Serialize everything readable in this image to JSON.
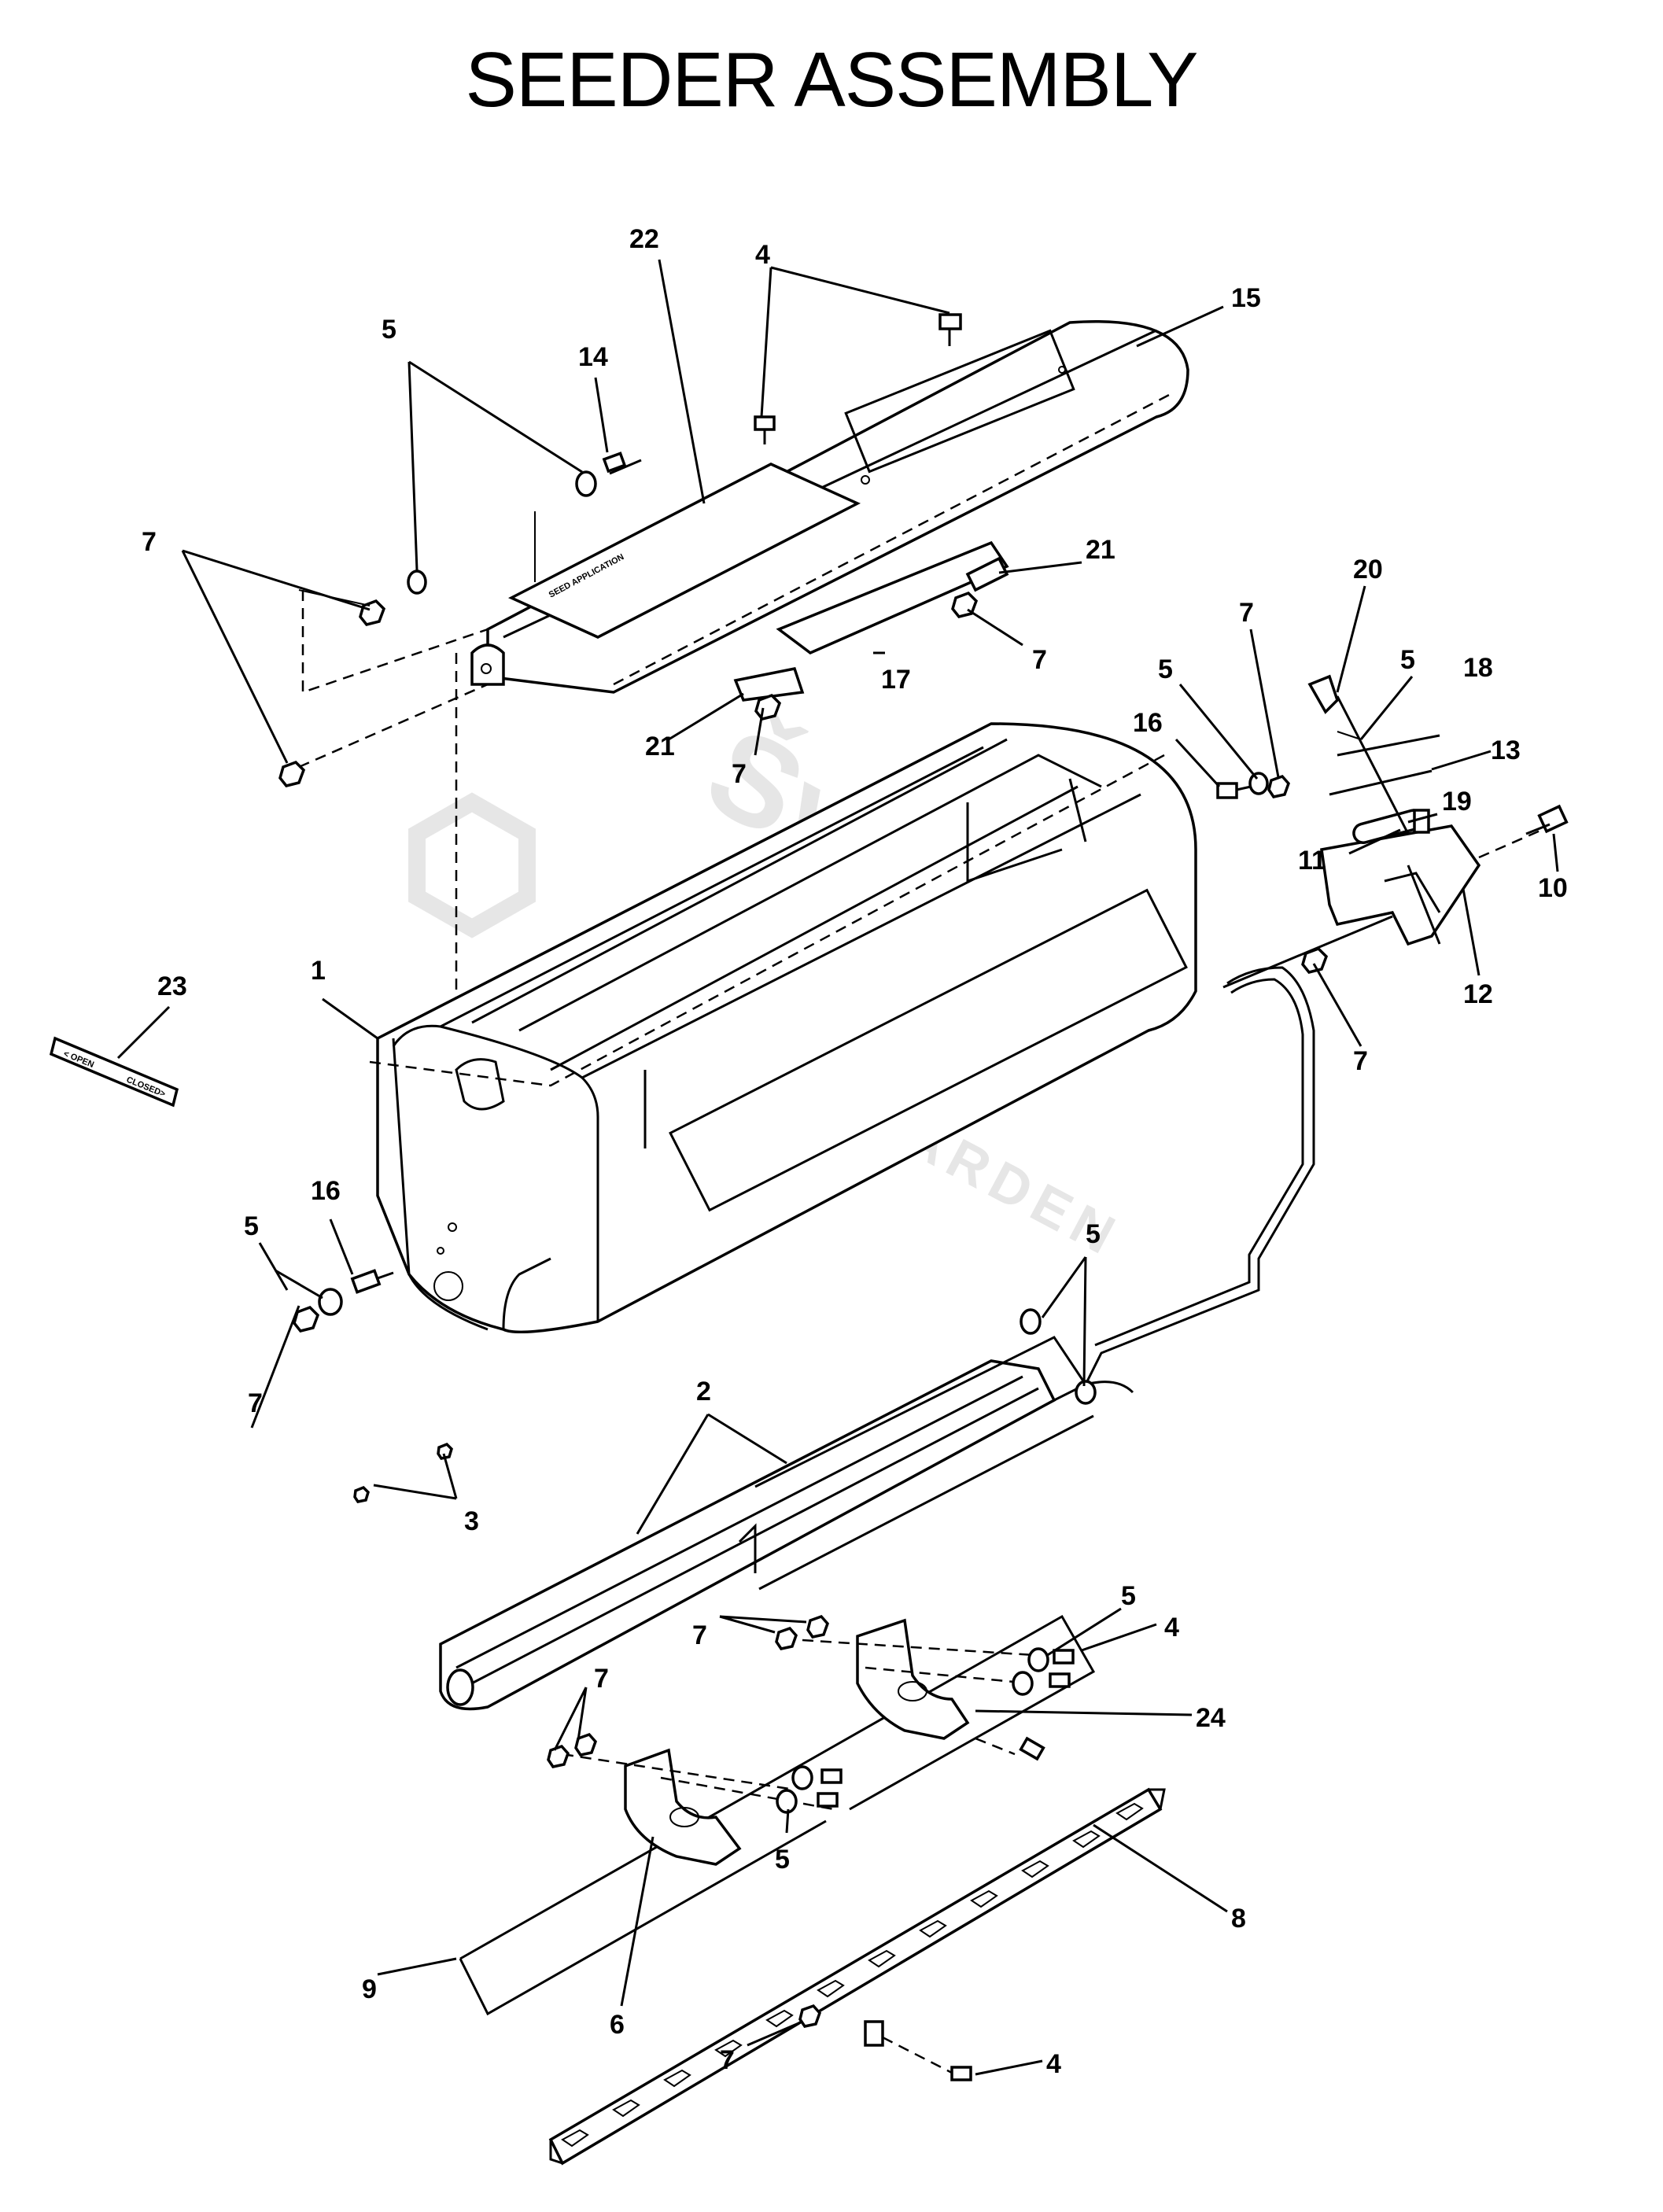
{
  "title": "SEEDER ASSEMBLY",
  "decal_text": "SEED APPLICATION",
  "gauge_decal": {
    "open": "< OPEN",
    "closed": "CLOSED>"
  },
  "watermark": {
    "brand": "Švejček",
    "sub": "GARDEN"
  },
  "callouts": [
    {
      "id": "c22",
      "label": "22"
    },
    {
      "id": "c4a",
      "label": "4"
    },
    {
      "id": "c15",
      "label": "15"
    },
    {
      "id": "c5a",
      "label": "5"
    },
    {
      "id": "c14",
      "label": "14"
    },
    {
      "id": "c7a",
      "label": "7"
    },
    {
      "id": "c21a",
      "label": "21"
    },
    {
      "id": "c7b",
      "label": "7"
    },
    {
      "id": "c17",
      "label": "17"
    },
    {
      "id": "c21b",
      "label": "21"
    },
    {
      "id": "c7c",
      "label": "7"
    },
    {
      "id": "c20",
      "label": "20"
    },
    {
      "id": "c7d",
      "label": "7"
    },
    {
      "id": "c5b",
      "label": "5"
    },
    {
      "id": "c18",
      "label": "18"
    },
    {
      "id": "c5c",
      "label": "5"
    },
    {
      "id": "c16a",
      "label": "16"
    },
    {
      "id": "c13",
      "label": "13"
    },
    {
      "id": "c19",
      "label": "19"
    },
    {
      "id": "c11",
      "label": "11"
    },
    {
      "id": "c10",
      "label": "10"
    },
    {
      "id": "c12",
      "label": "12"
    },
    {
      "id": "c7e",
      "label": "7"
    },
    {
      "id": "c23",
      "label": "23"
    },
    {
      "id": "c1",
      "label": "1"
    },
    {
      "id": "c16b",
      "label": "16"
    },
    {
      "id": "c5d",
      "label": "5"
    },
    {
      "id": "c7f",
      "label": "7"
    },
    {
      "id": "c5e",
      "label": "5"
    },
    {
      "id": "c2",
      "label": "2"
    },
    {
      "id": "c3",
      "label": "3"
    },
    {
      "id": "c5f",
      "label": "5"
    },
    {
      "id": "c7g",
      "label": "7"
    },
    {
      "id": "c4b",
      "label": "4"
    },
    {
      "id": "c7h",
      "label": "7"
    },
    {
      "id": "c24",
      "label": "24"
    },
    {
      "id": "c5g",
      "label": "5"
    },
    {
      "id": "c9",
      "label": "9"
    },
    {
      "id": "c6",
      "label": "6"
    },
    {
      "id": "c8",
      "label": "8"
    },
    {
      "id": "c7i",
      "label": "7"
    },
    {
      "id": "c4c",
      "label": "4"
    }
  ]
}
